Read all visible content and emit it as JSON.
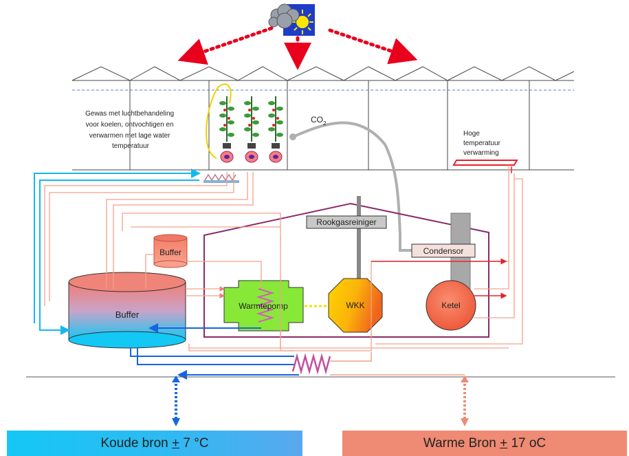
{
  "labels": {
    "gewas": [
      "Gewas met luchtbehandeling",
      "voor koelen, ontvochtigen en",
      "verwarmen met lage water",
      "temperatuur"
    ],
    "co2": "CO",
    "co2_sub": "2",
    "hoge": [
      "Hoge",
      "temperatuur",
      "verwarming"
    ],
    "rookgas": "Rookgasreiniger",
    "condensor": "Condensor",
    "buffer_small": "Buffer",
    "buffer_large": "Buffer",
    "warmtepomp": "Warmtepomp",
    "wkk": "WKK",
    "ketel": "Ketel"
  },
  "bottom": {
    "cold_prefix": "Koude bron ",
    "cold_pm": "+",
    "cold_suffix": " 7 °C",
    "warm_prefix": "Warme Bron ",
    "warm_pm": "+",
    "warm_suffix": " 17 oC"
  },
  "colors": {
    "cold": "#19b8f0",
    "warm": "#ef8a74",
    "red_dots": "#e8001c",
    "pipe_blue": "#1565e0",
    "building": "#8a2a6a"
  }
}
